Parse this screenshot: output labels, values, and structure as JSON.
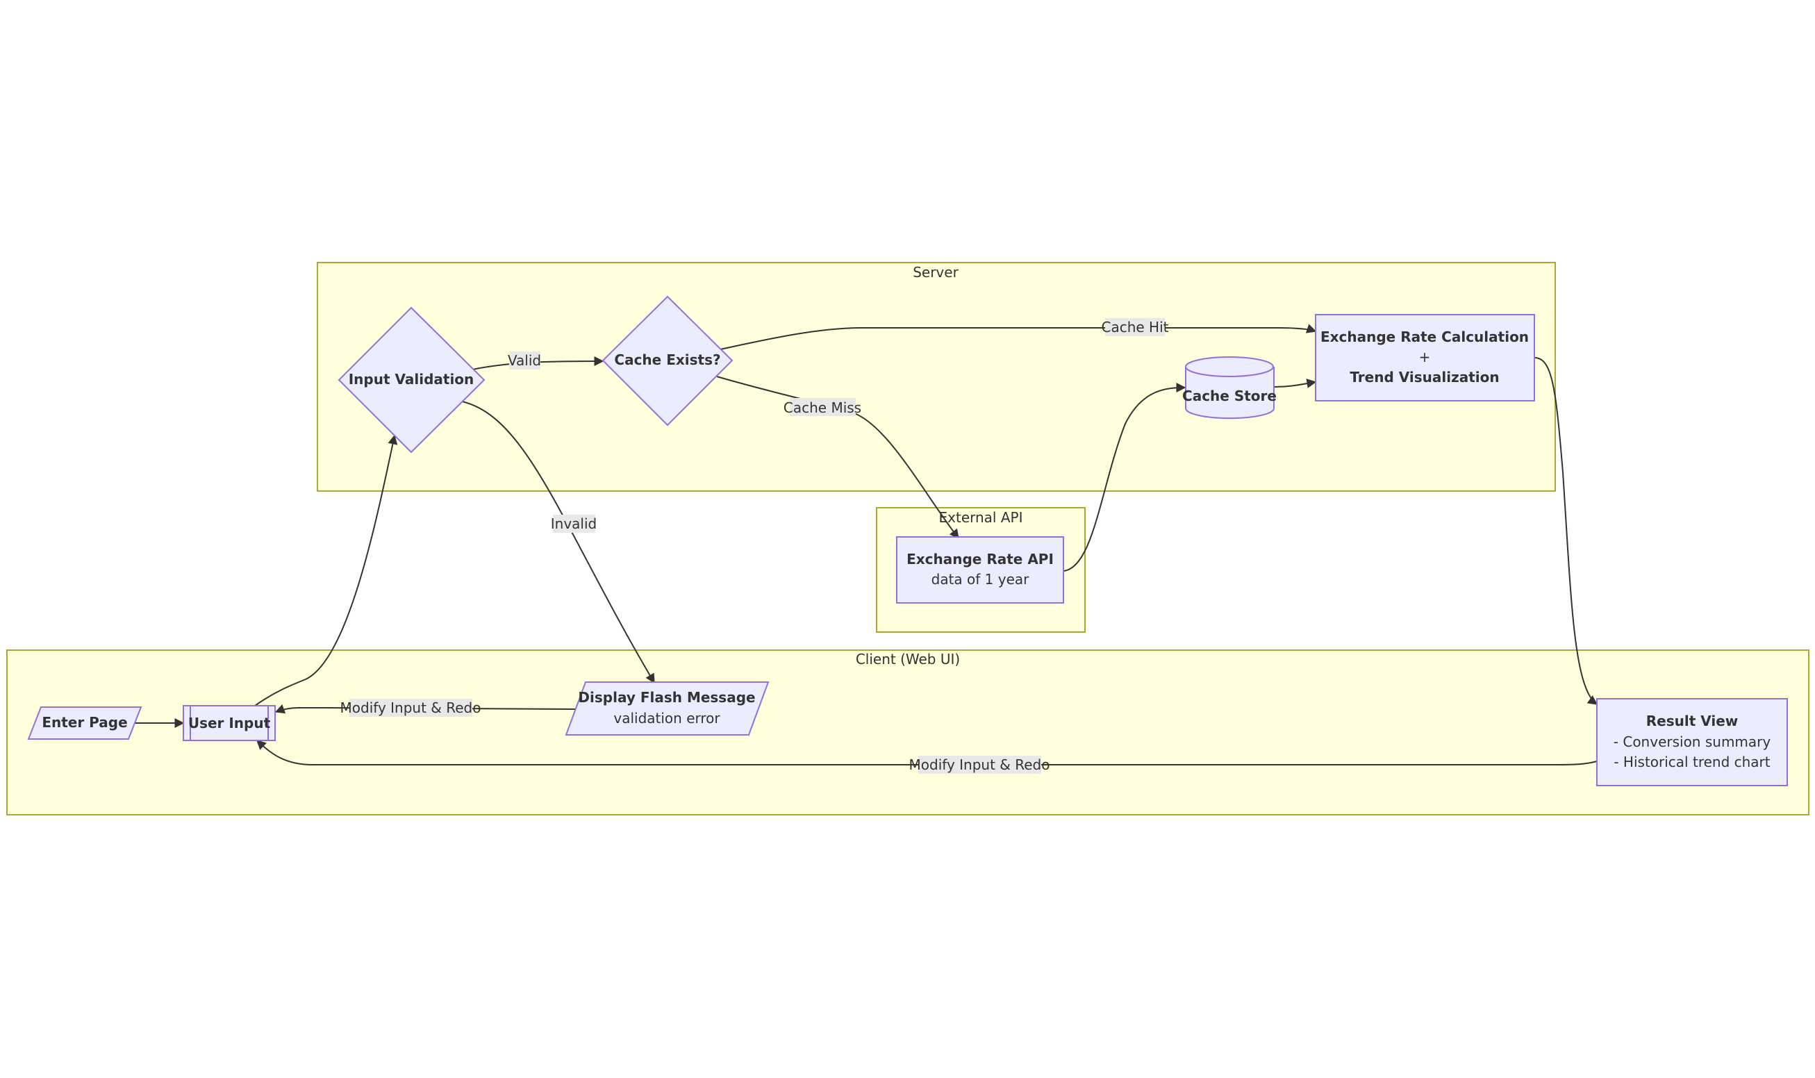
{
  "clusters": {
    "server": "Server",
    "external_api": "External API",
    "client": "Client (Web UI)"
  },
  "nodes": {
    "input_validation": "Input Validation",
    "cache_exists": "Cache Exists?",
    "exchange_calc": {
      "line1": "Exchange Rate Calculation",
      "line2": "+",
      "line3": "Trend Visualization"
    },
    "cache_store": "Cache Store",
    "exchange_api": {
      "title": "Exchange Rate API",
      "subtitle": "data of 1 year"
    },
    "enter_page": "Enter Page",
    "user_input": "User Input",
    "flash_message": {
      "title": "Display Flash Message",
      "subtitle": "validation error"
    },
    "result_view": {
      "title": "Result View",
      "line1": "- Conversion summary",
      "line2": "- Historical trend chart"
    }
  },
  "edges": {
    "valid": "Valid",
    "invalid": "Invalid",
    "cache_hit": "Cache Hit",
    "cache_miss": "Cache Miss",
    "modify_redo_flash": "Modify Input & Redo",
    "modify_redo_result": "Modify Input & Redo"
  },
  "colors": {
    "cluster_fill": "#ffffde",
    "cluster_stroke": "#aaaa33",
    "node_fill": "#ececff",
    "node_stroke": "#9370db",
    "edge": "#333333",
    "label_bg": "#e8e8e8"
  }
}
